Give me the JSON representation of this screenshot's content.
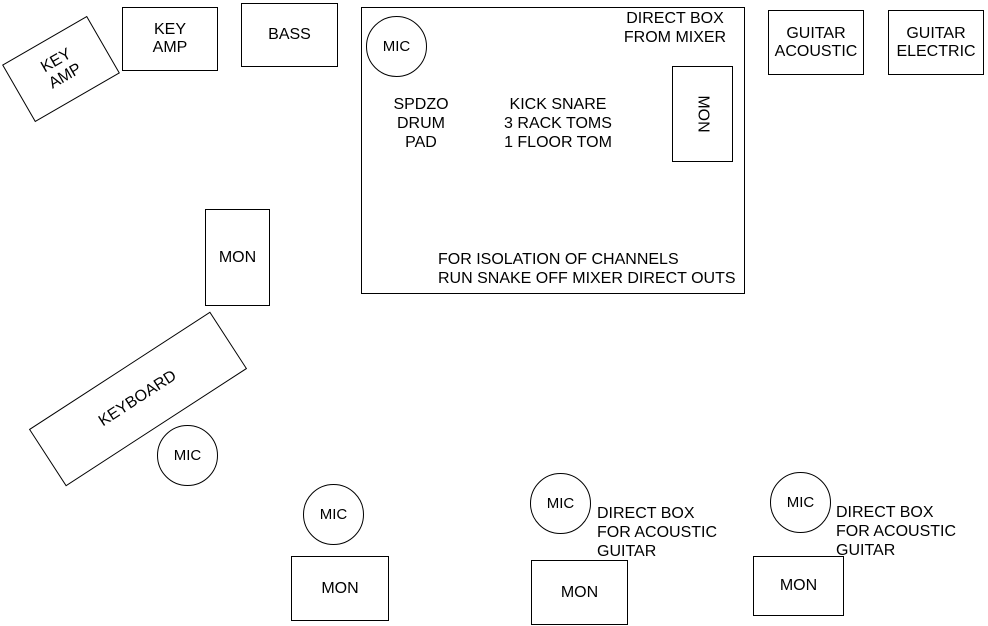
{
  "drum_riser": {
    "mic": "MIC",
    "direct_box": "DIRECT BOX\nFROM MIXER",
    "pad": "SPDZO\nDRUM\nPAD",
    "kit": "KICK SNARE\n3 RACK TOMS\n1 FLOOR TOM",
    "monitor": "MON",
    "note": "FOR ISOLATION OF CHANNELS\nRUN SNAKE OFF MIXER DIRECT OUTS"
  },
  "key_amp_angled": "KEY\nAMP",
  "key_amp": "KEY\nAMP",
  "bass": "BASS",
  "guitar_acoustic": "GUITAR\nACOUSTIC",
  "guitar_electric": "GUITAR\nELECTRIC",
  "left_monitor": "MON",
  "keyboard": "KEYBOARD",
  "keyboard_mic": "MIC",
  "front_left": {
    "mic": "MIC",
    "monitor": "MON"
  },
  "front_center": {
    "mic": "MIC",
    "direct_box": "DIRECT BOX\nFOR ACOUSTIC\nGUITAR",
    "monitor": "MON"
  },
  "front_right": {
    "mic": "MIC",
    "direct_box": "DIRECT BOX\nFOR ACOUSTIC\nGUITAR",
    "monitor": "MON"
  }
}
